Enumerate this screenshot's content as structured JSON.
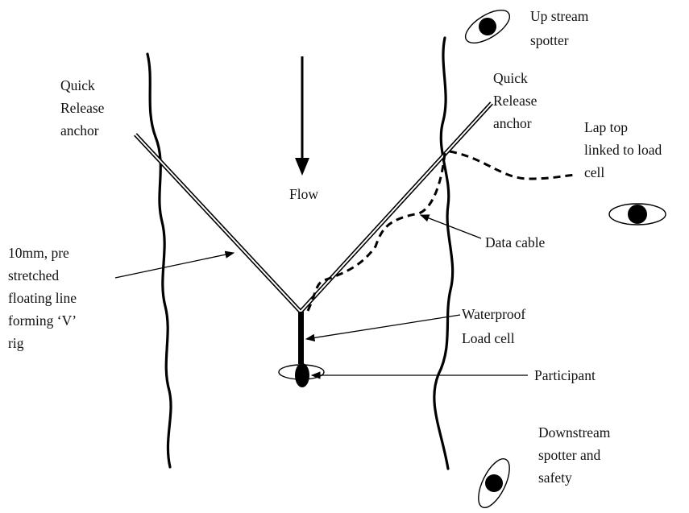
{
  "labels": {
    "upstream_spotter": [
      "Up stream",
      "spotter"
    ],
    "left_anchor": [
      "Quick",
      "Release",
      "anchor"
    ],
    "right_anchor": [
      "Quick",
      "Release",
      "anchor"
    ],
    "laptop": [
      "Lap top",
      "linked to load",
      "cell"
    ],
    "flow": "Flow",
    "data_cable": "Data cable",
    "floating_line": [
      "10mm, pre",
      "stretched",
      "floating line",
      "forming ‘V’",
      "rig"
    ],
    "load_cell": [
      "Waterproof",
      "Load cell"
    ],
    "participant": "Participant",
    "downstream_spotter": [
      "Downstream",
      "spotter and",
      "safety"
    ]
  }
}
